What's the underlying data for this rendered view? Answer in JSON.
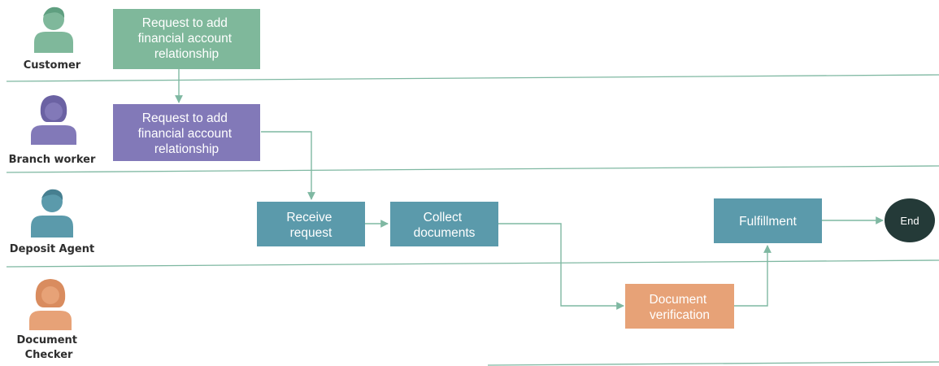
{
  "colors": {
    "customer": "#7fb89b",
    "branch_worker": "#8279b8",
    "deposit_agent": "#5b9aab",
    "document_checker": "#e7a277",
    "end_node": "#243a38",
    "line": "#7fb8a2"
  },
  "lanes": [
    {
      "label_lines": [
        "Customer"
      ],
      "icon": "male-person-icon"
    },
    {
      "label_lines": [
        "Branch worker"
      ],
      "icon": "female-person-icon"
    },
    {
      "label_lines": [
        "Deposit Agent"
      ],
      "icon": "male-person-icon"
    },
    {
      "label_lines": [
        "Document",
        "Checker"
      ],
      "icon": "female-person-icon"
    }
  ],
  "nodes": {
    "customer_request": {
      "lines": [
        "Request to add",
        "financial account",
        "relationship"
      ]
    },
    "branch_request": {
      "lines": [
        "Request to add",
        "financial account",
        "relationship"
      ]
    },
    "receive_request": {
      "lines": [
        "Receive",
        "request"
      ]
    },
    "collect_documents": {
      "lines": [
        "Collect",
        "documents"
      ]
    },
    "document_verification": {
      "lines": [
        "Document",
        "verification"
      ]
    },
    "fulfillment": {
      "lines": [
        "Fulfillment"
      ]
    },
    "end": {
      "label": "End"
    }
  }
}
